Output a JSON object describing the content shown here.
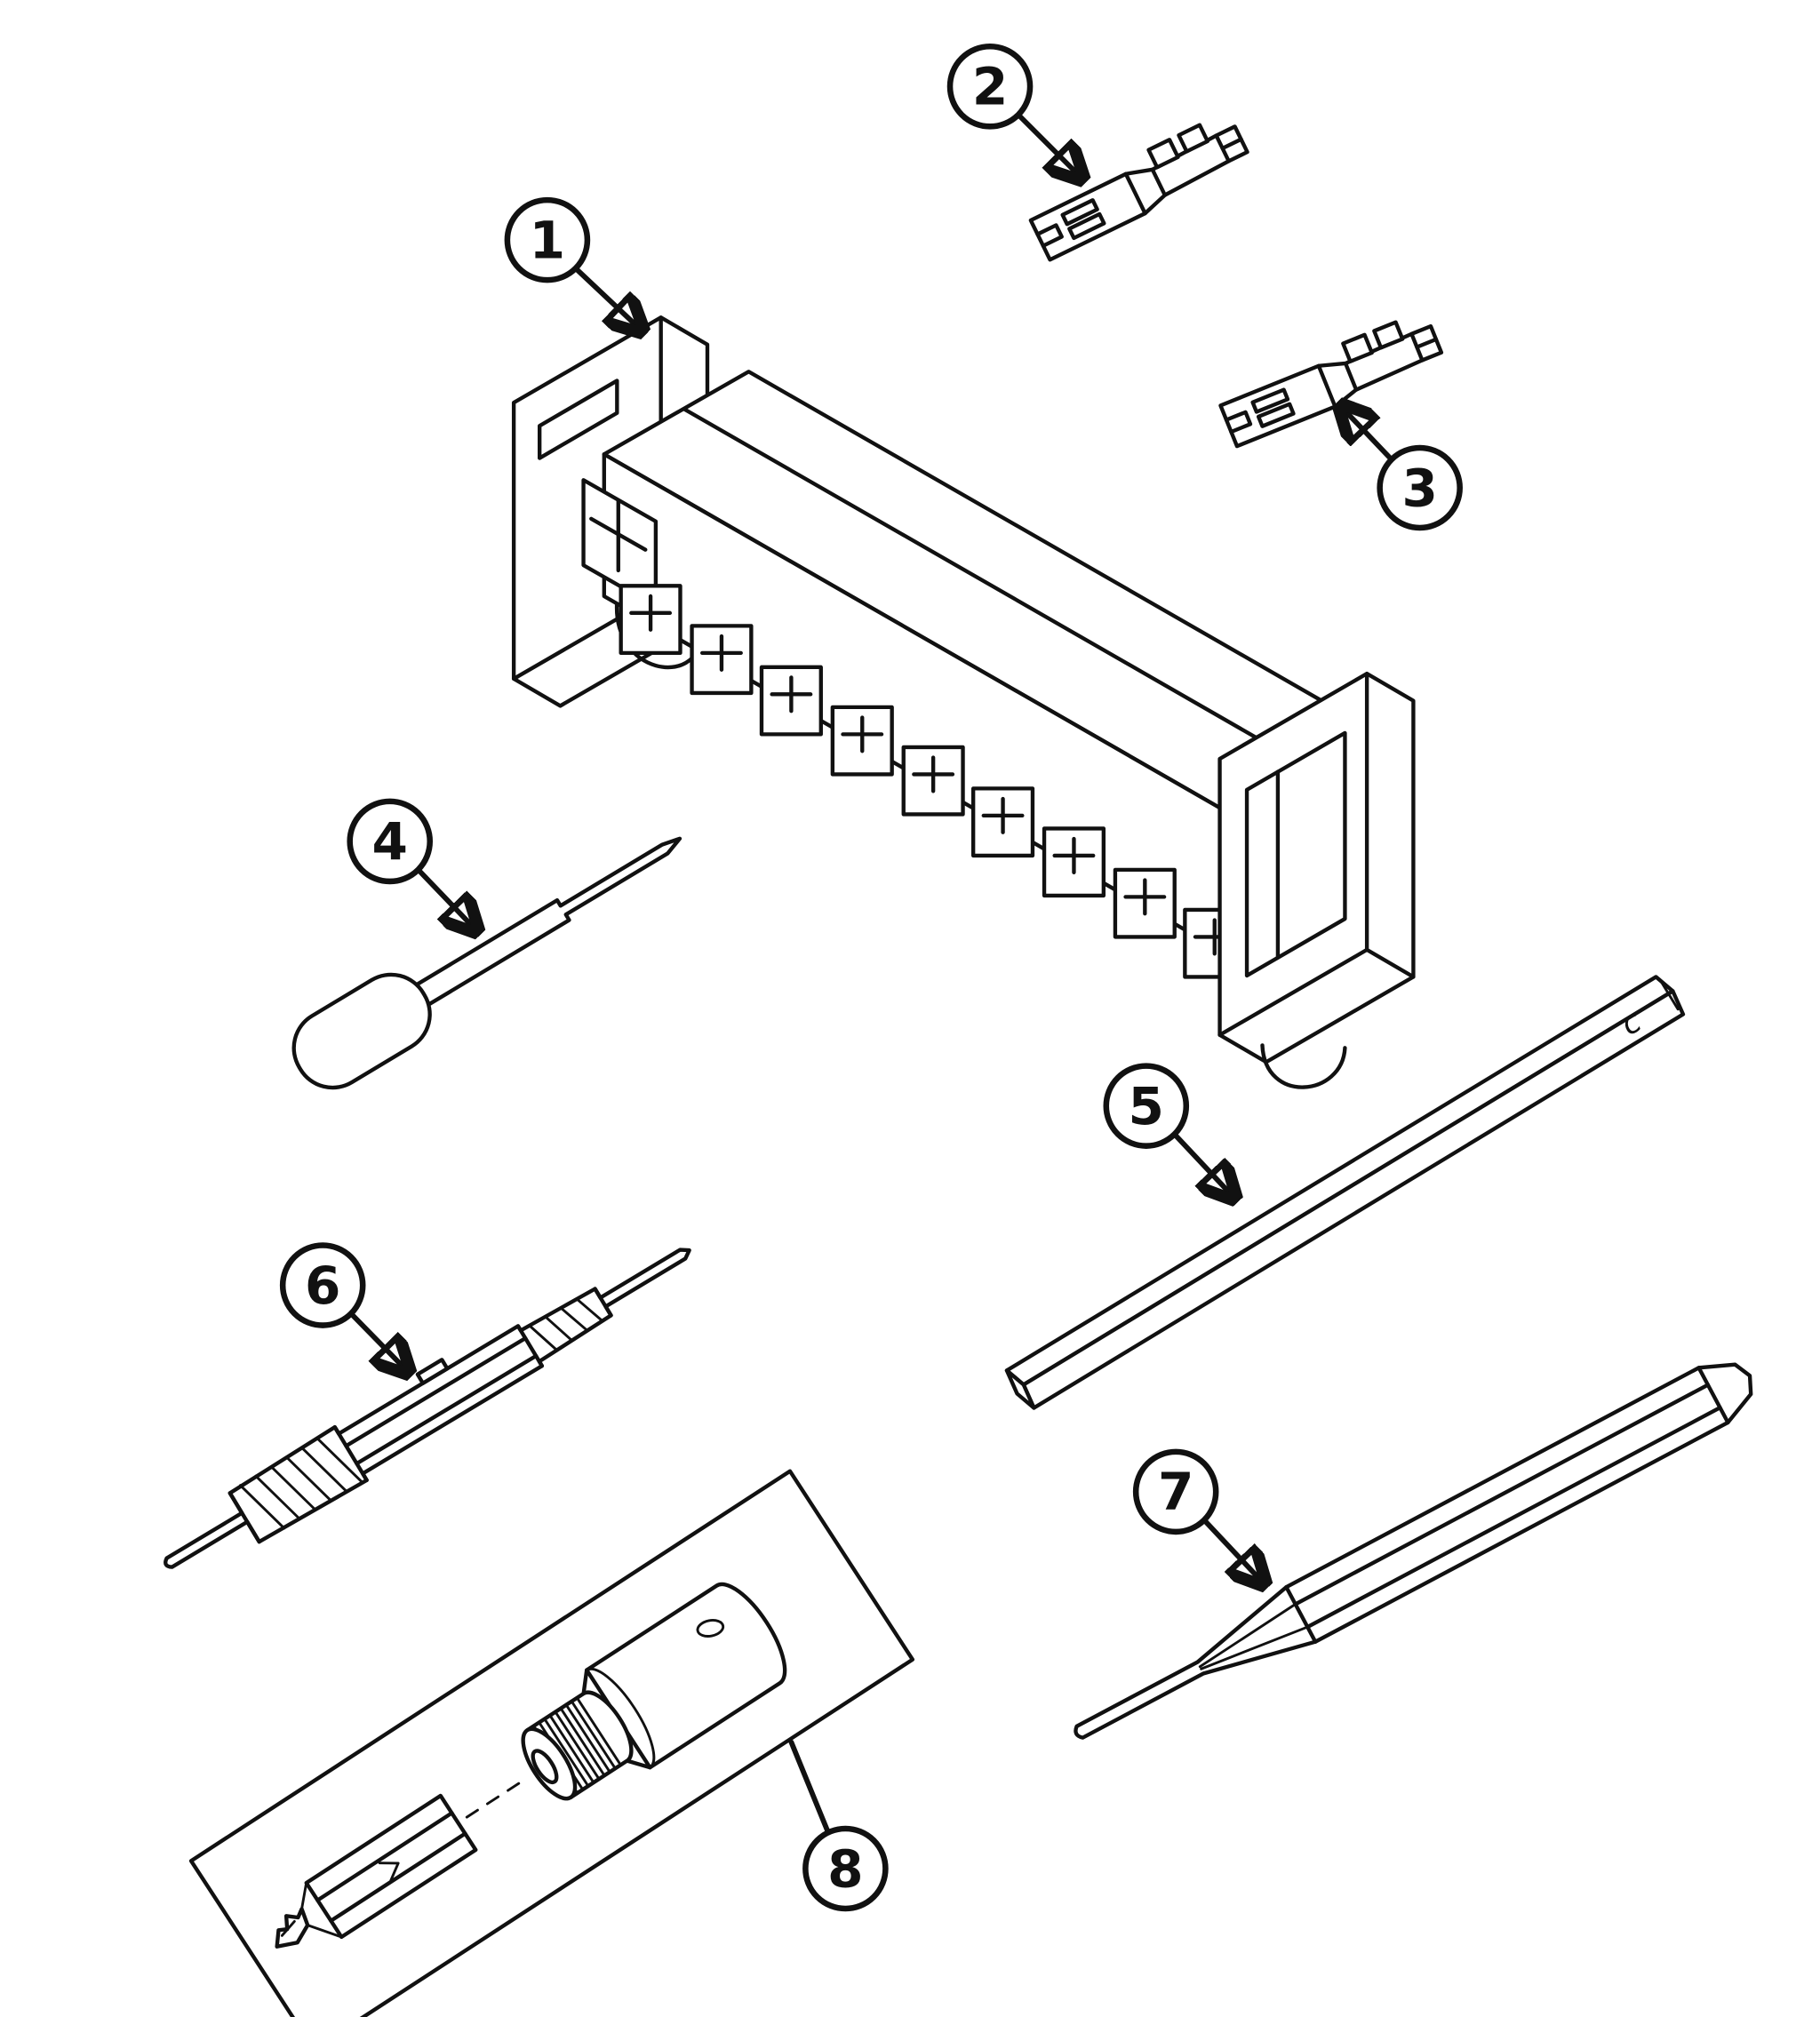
{
  "figure": {
    "background_color": "#ffffff",
    "line_color": "#111111"
  },
  "callouts": [
    {
      "num": "1"
    },
    {
      "num": "2"
    },
    {
      "num": "3"
    },
    {
      "num": "4"
    },
    {
      "num": "5"
    },
    {
      "num": "6"
    },
    {
      "num": "7"
    },
    {
      "num": "8"
    }
  ],
  "marks": {
    "rod_end_mark": "c"
  }
}
